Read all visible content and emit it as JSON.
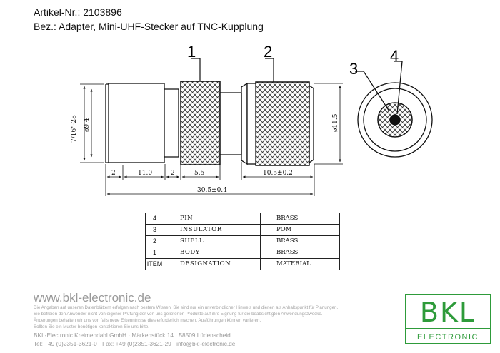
{
  "header": {
    "article": "Artikel-Nr.: 2103896",
    "designation": "Bez.: Adapter, Mini-UHF-Stecker auf TNC-Kupplung"
  },
  "drawing": {
    "callouts": [
      "1",
      "2",
      "3",
      "4"
    ],
    "dims": {
      "thread": "7/16\"-28",
      "dia_left": "ø9.4",
      "dia_right": "ø11.5",
      "left_gap": "2",
      "body_len": "11.0",
      "mid_gap": "2",
      "knurl_len": "5.5",
      "right_len": "10.5±0.2",
      "total": "30.5±0.4"
    }
  },
  "parts_table": {
    "rows": [
      {
        "item": "4",
        "name": "PIN",
        "material": "BRASS"
      },
      {
        "item": "3",
        "name": "INSULATOR",
        "material": "POM"
      },
      {
        "item": "2",
        "name": "SHELL",
        "material": "BRASS"
      },
      {
        "item": "1",
        "name": "BODY",
        "material": "BRASS"
      }
    ],
    "header": {
      "item": "ITEM",
      "name": "DESIGNATION",
      "material": "MATERIAL"
    }
  },
  "footer": {
    "website": "www.bkl-electronic.de",
    "disclaimer": [
      "Die Angaben auf unseren Datenblättern erfolgen nach bestem Wissen. Sie sind nur ein unverbindlicher Hinweis und dienen als Anhaltspunkt für Planungen.",
      "Sie befreien den Anwender nicht von eigener Prüfung der von uns gelieferten Produkte auf ihre Eignung für die beabsichtigten Anwendungszwecke.",
      "Änderungen behalten wir uns vor, falls neue Erkenntnisse dies erforderlich machen. Ausführungen können variieren.",
      "Sollten Sie ein Muster benötigen kontaktieren Sie uns bitte."
    ],
    "company": "BKL-Electronic Kreimendahl GmbH · Märkenstück 14 · 58509 Lüdenscheid",
    "contact": "Tel: +49 (0)2351-3621-0 · Fax: +49 (0)2351-3621-29 · info@bkl-electronic.de"
  },
  "logo": {
    "top": "BKL",
    "bottom": "ELECTRONIC",
    "color": "#2e9b3a"
  }
}
